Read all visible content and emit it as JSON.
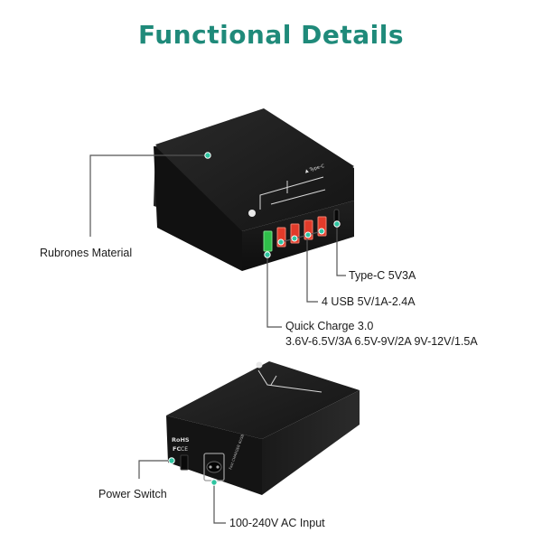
{
  "title": "Functional Details",
  "colors": {
    "title": "#1f8a7a",
    "callout_dot": "#2ec4a0",
    "leader_line": "#555555",
    "device_body": "#1c1c1c",
    "usb_port_qc": "#2fbf4a",
    "usb_port_std": "#e23b2a"
  },
  "callouts": {
    "rubrones": "Rubrones Material",
    "type_c": "Type-C 5V3A",
    "usb": "4 USB 5V/1A-2.4A",
    "qc_line1": "Quick Charge 3.0",
    "qc_line2": "3.6V-6.5V/3A 6.5V-9V/2A 9V-12V/1.5A",
    "power_switch": "Power Switch",
    "ac_input": "100-240V AC Input"
  }
}
